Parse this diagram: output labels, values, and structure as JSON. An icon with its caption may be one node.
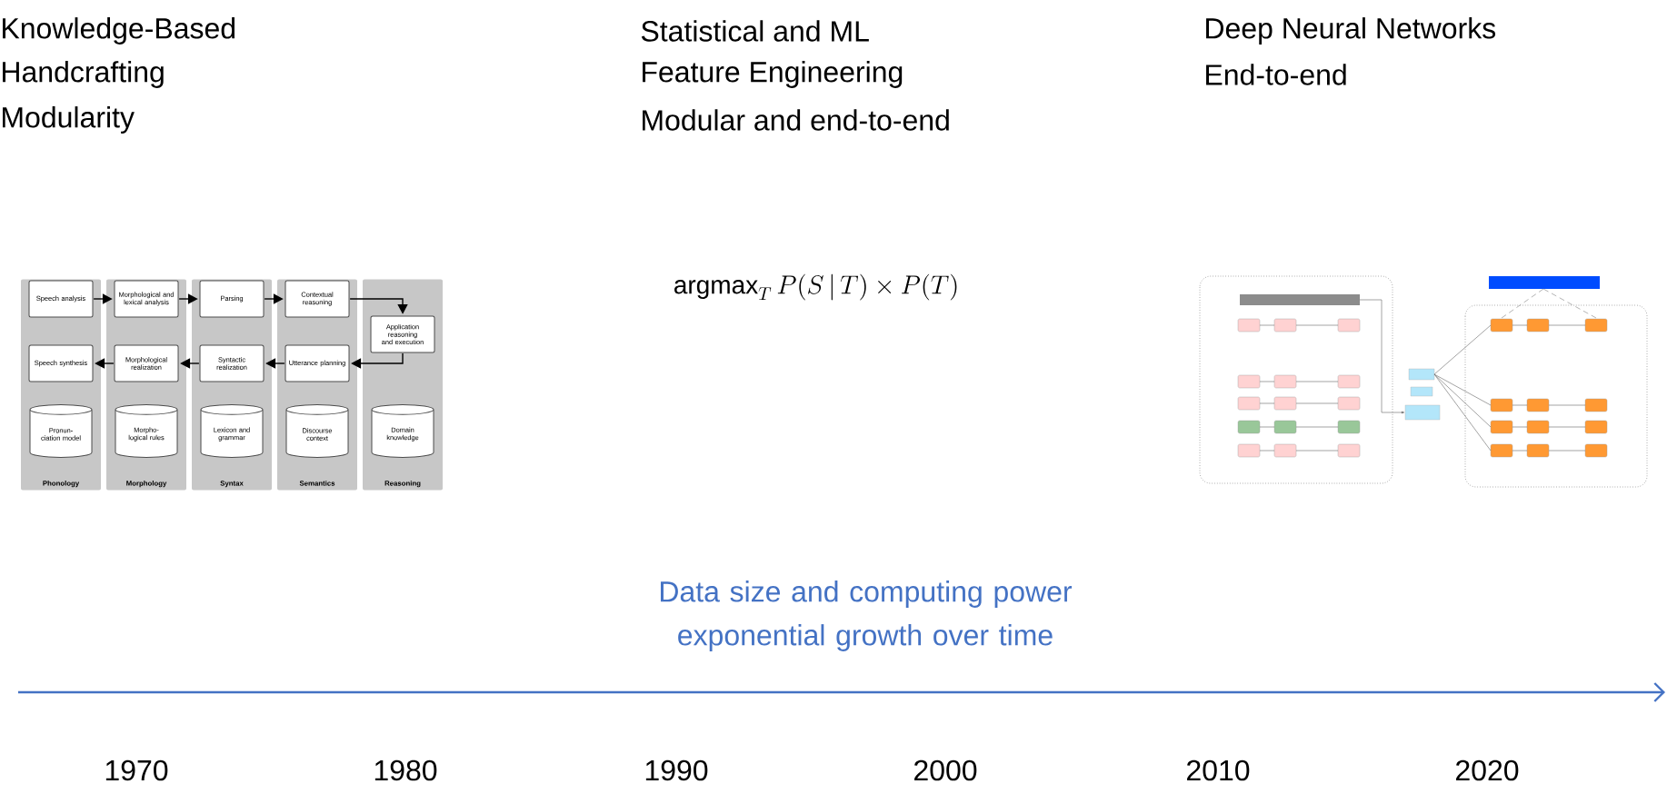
{
  "diagram": {
    "nodes": [
      {
        "text": [
          "Phonology"
        ]
      },
      {
        "text": [
          "Speech analysis"
        ],
        "in": 0
      },
      {
        "text": [
          "Speech synthesis"
        ],
        "in": 0
      },
      {
        "text": [
          "Pronun- ciation model"
        ],
        "in": 0
      },
      {
        "text": [
          "Morphology"
        ]
      },
      {
        "text": [
          "Morphological and lexical analysis"
        ],
        "in": 4
      },
      {
        "text": [
          "Morphological realization"
        ],
        "in": 4
      },
      {
        "text": [
          "Morpho- logical rules"
        ],
        "in": 4
      },
      {
        "text": [
          "Syntax"
        ]
      },
      {
        "text": [
          "Parsing"
        ],
        "in": 8
      },
      {
        "text": [
          "Syntactic realization"
        ],
        "in": 8
      },
      {
        "text": [
          "Lexicon and grammar"
        ],
        "in": 8
      },
      {
        "text": [
          "Semantics"
        ]
      },
      {
        "text": [
          "Contextual reasoning"
        ],
        "in": 12
      },
      {
        "text": [
          "Utterance planning"
        ],
        "in": 12
      },
      {
        "text": [
          "Discourse context"
        ],
        "in": 12
      },
      {
        "text": [
          "Reasoning"
        ]
      },
      {
        "text": [
          "Application reasoning and execution"
        ],
        "in": 16
      },
      {
        "text": [
          "Domain knowledge"
        ],
        "in": 16
      }
    ],
    "edges": [
      {
        "from": 1,
        "to": 5,
        "arrow": "to"
      },
      {
        "from": 5,
        "to": 9,
        "arrow": "to"
      },
      {
        "from": 9,
        "to": 13,
        "arrow": "to"
      },
      {
        "from": 13,
        "to": 17,
        "arrow": "to"
      },
      {
        "from": 17,
        "to": 14,
        "arrow": "to"
      },
      {
        "from": 14,
        "to": 10,
        "arrow": "to"
      },
      {
        "from": 10,
        "to": 6,
        "arrow": "to"
      },
      {
        "from": 6,
        "to": 2,
        "arrow": "to"
      }
    ],
    "labels": [
      "Knowledge-Based",
      "Handcrafting",
      "Modularity",
      "Statistical and ML",
      "Feature Engineering",
      "Modular and end-to-end",
      "Deep Neural Networks",
      "End-to-end",
      "\\mathrm{argmax}_{T}\\, P(S\\,|\\,T)\\times P(T)",
      "Data size and computing power exponential growth over time",
      "1970",
      "1980",
      "1990",
      "2000",
      "2010",
      "2020"
    ]
  }
}
